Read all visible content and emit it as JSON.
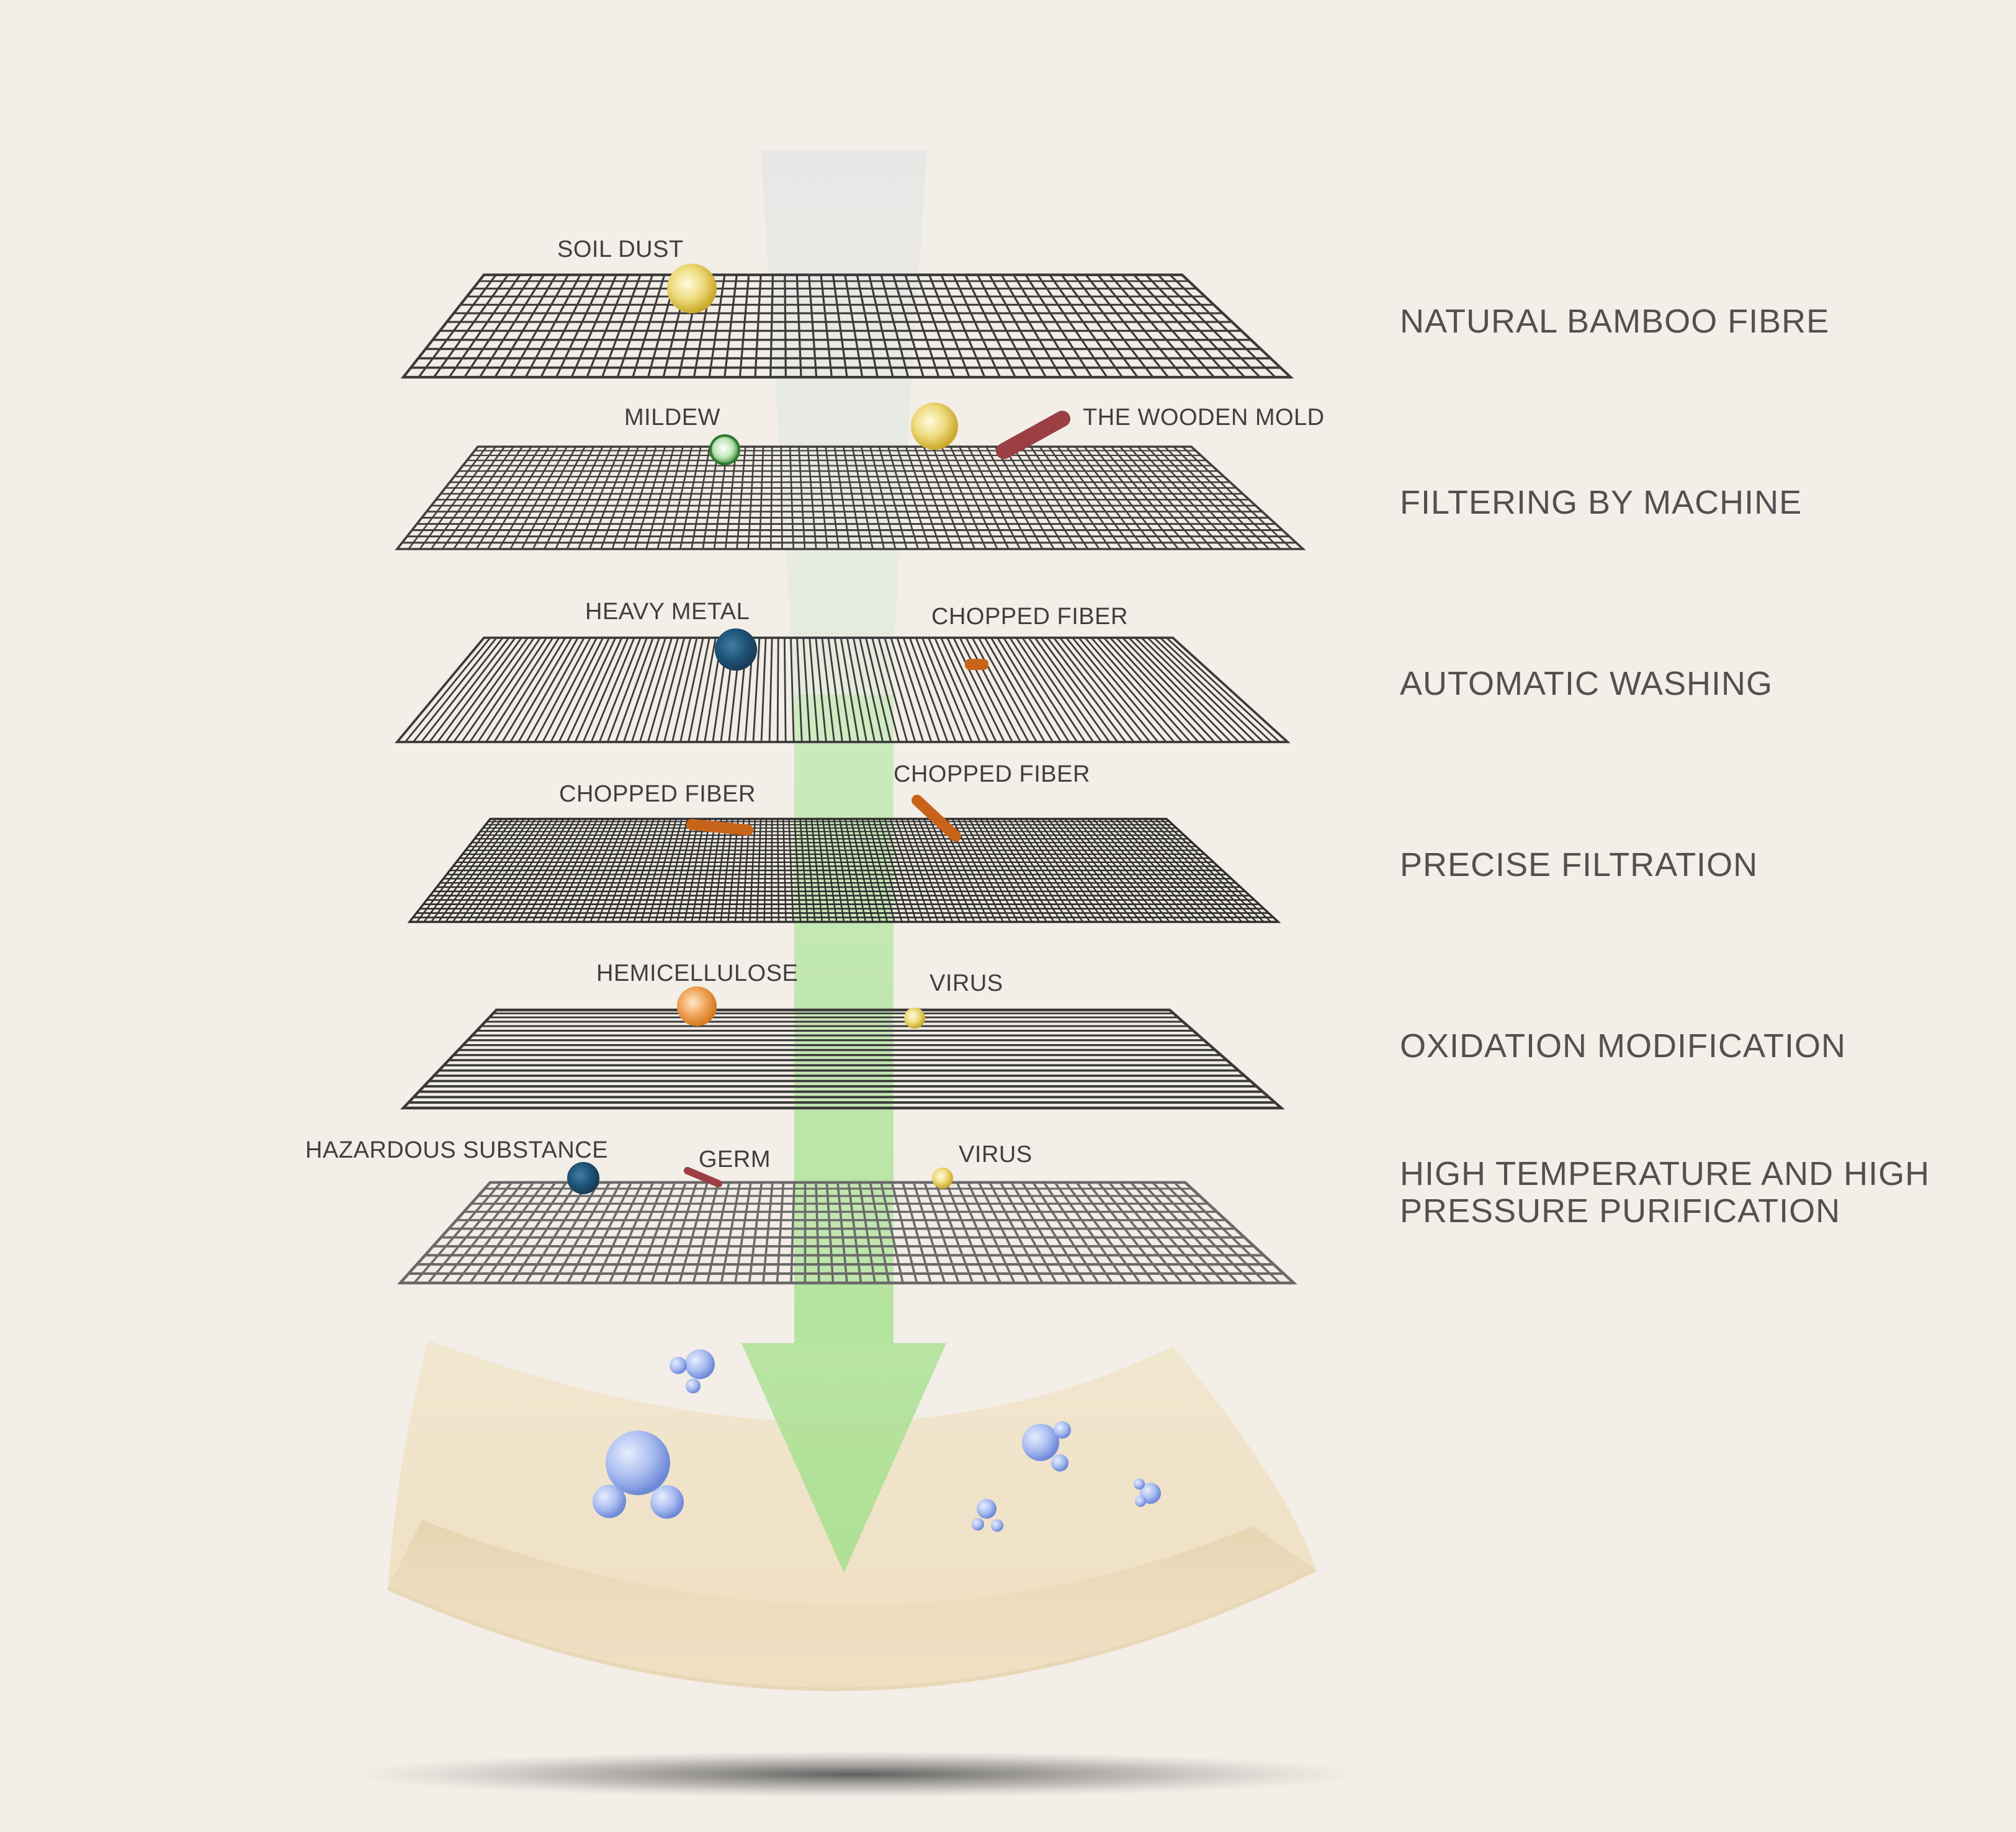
{
  "layers": [
    {
      "label": "NATURAL BAMBOO FIBRE",
      "mesh": "grid",
      "pollutants": [
        {
          "label": "SOIL DUST",
          "icon": "yellow-particle"
        }
      ]
    },
    {
      "label": "FILTERING BY MACHINE",
      "mesh": "grid",
      "pollutants": [
        {
          "label": "MILDEW",
          "icon": "green-particle"
        },
        {
          "label": "THE WOODEN MOLD",
          "icon": "red-rod"
        }
      ]
    },
    {
      "label": "AUTOMATIC WASHING",
      "mesh": "vertical-lines",
      "pollutants": [
        {
          "label": "HEAVY METAL",
          "icon": "blue-particle"
        },
        {
          "label": "CHOPPED FIBER",
          "icon": "orange-fiber"
        }
      ]
    },
    {
      "label": "PRECISE FILTRATION",
      "mesh": "fine-grid",
      "pollutants": [
        {
          "label": "CHOPPED FIBER",
          "icon": "orange-fiber"
        },
        {
          "label": "CHOPPED FIBER",
          "icon": "orange-fiber"
        }
      ]
    },
    {
      "label": "OXIDATION MODIFICATION",
      "mesh": "horizontal-lines",
      "pollutants": [
        {
          "label": "HEMICELLULOSE",
          "icon": "orange-particle"
        },
        {
          "label": "VIRUS",
          "icon": "yellow-particle"
        }
      ]
    },
    {
      "label_lines": [
        "HIGH TEMPERATURE AND HIGH",
        "PRESSURE PURIFICATION"
      ],
      "mesh": "grid",
      "pollutants": [
        {
          "label": "HAZARDOUS SUBSTANCE",
          "icon": "blue-particle"
        },
        {
          "label": "GERM",
          "icon": "red-rod"
        },
        {
          "label": "VIRUS",
          "icon": "yellow-particle"
        }
      ]
    }
  ],
  "colors": {
    "background": "#f3eee7",
    "arrow": "#b7e3a7",
    "tray": "#eedfc2",
    "mesh": "#3d3d3d",
    "bubble": "#8aa3e6"
  }
}
